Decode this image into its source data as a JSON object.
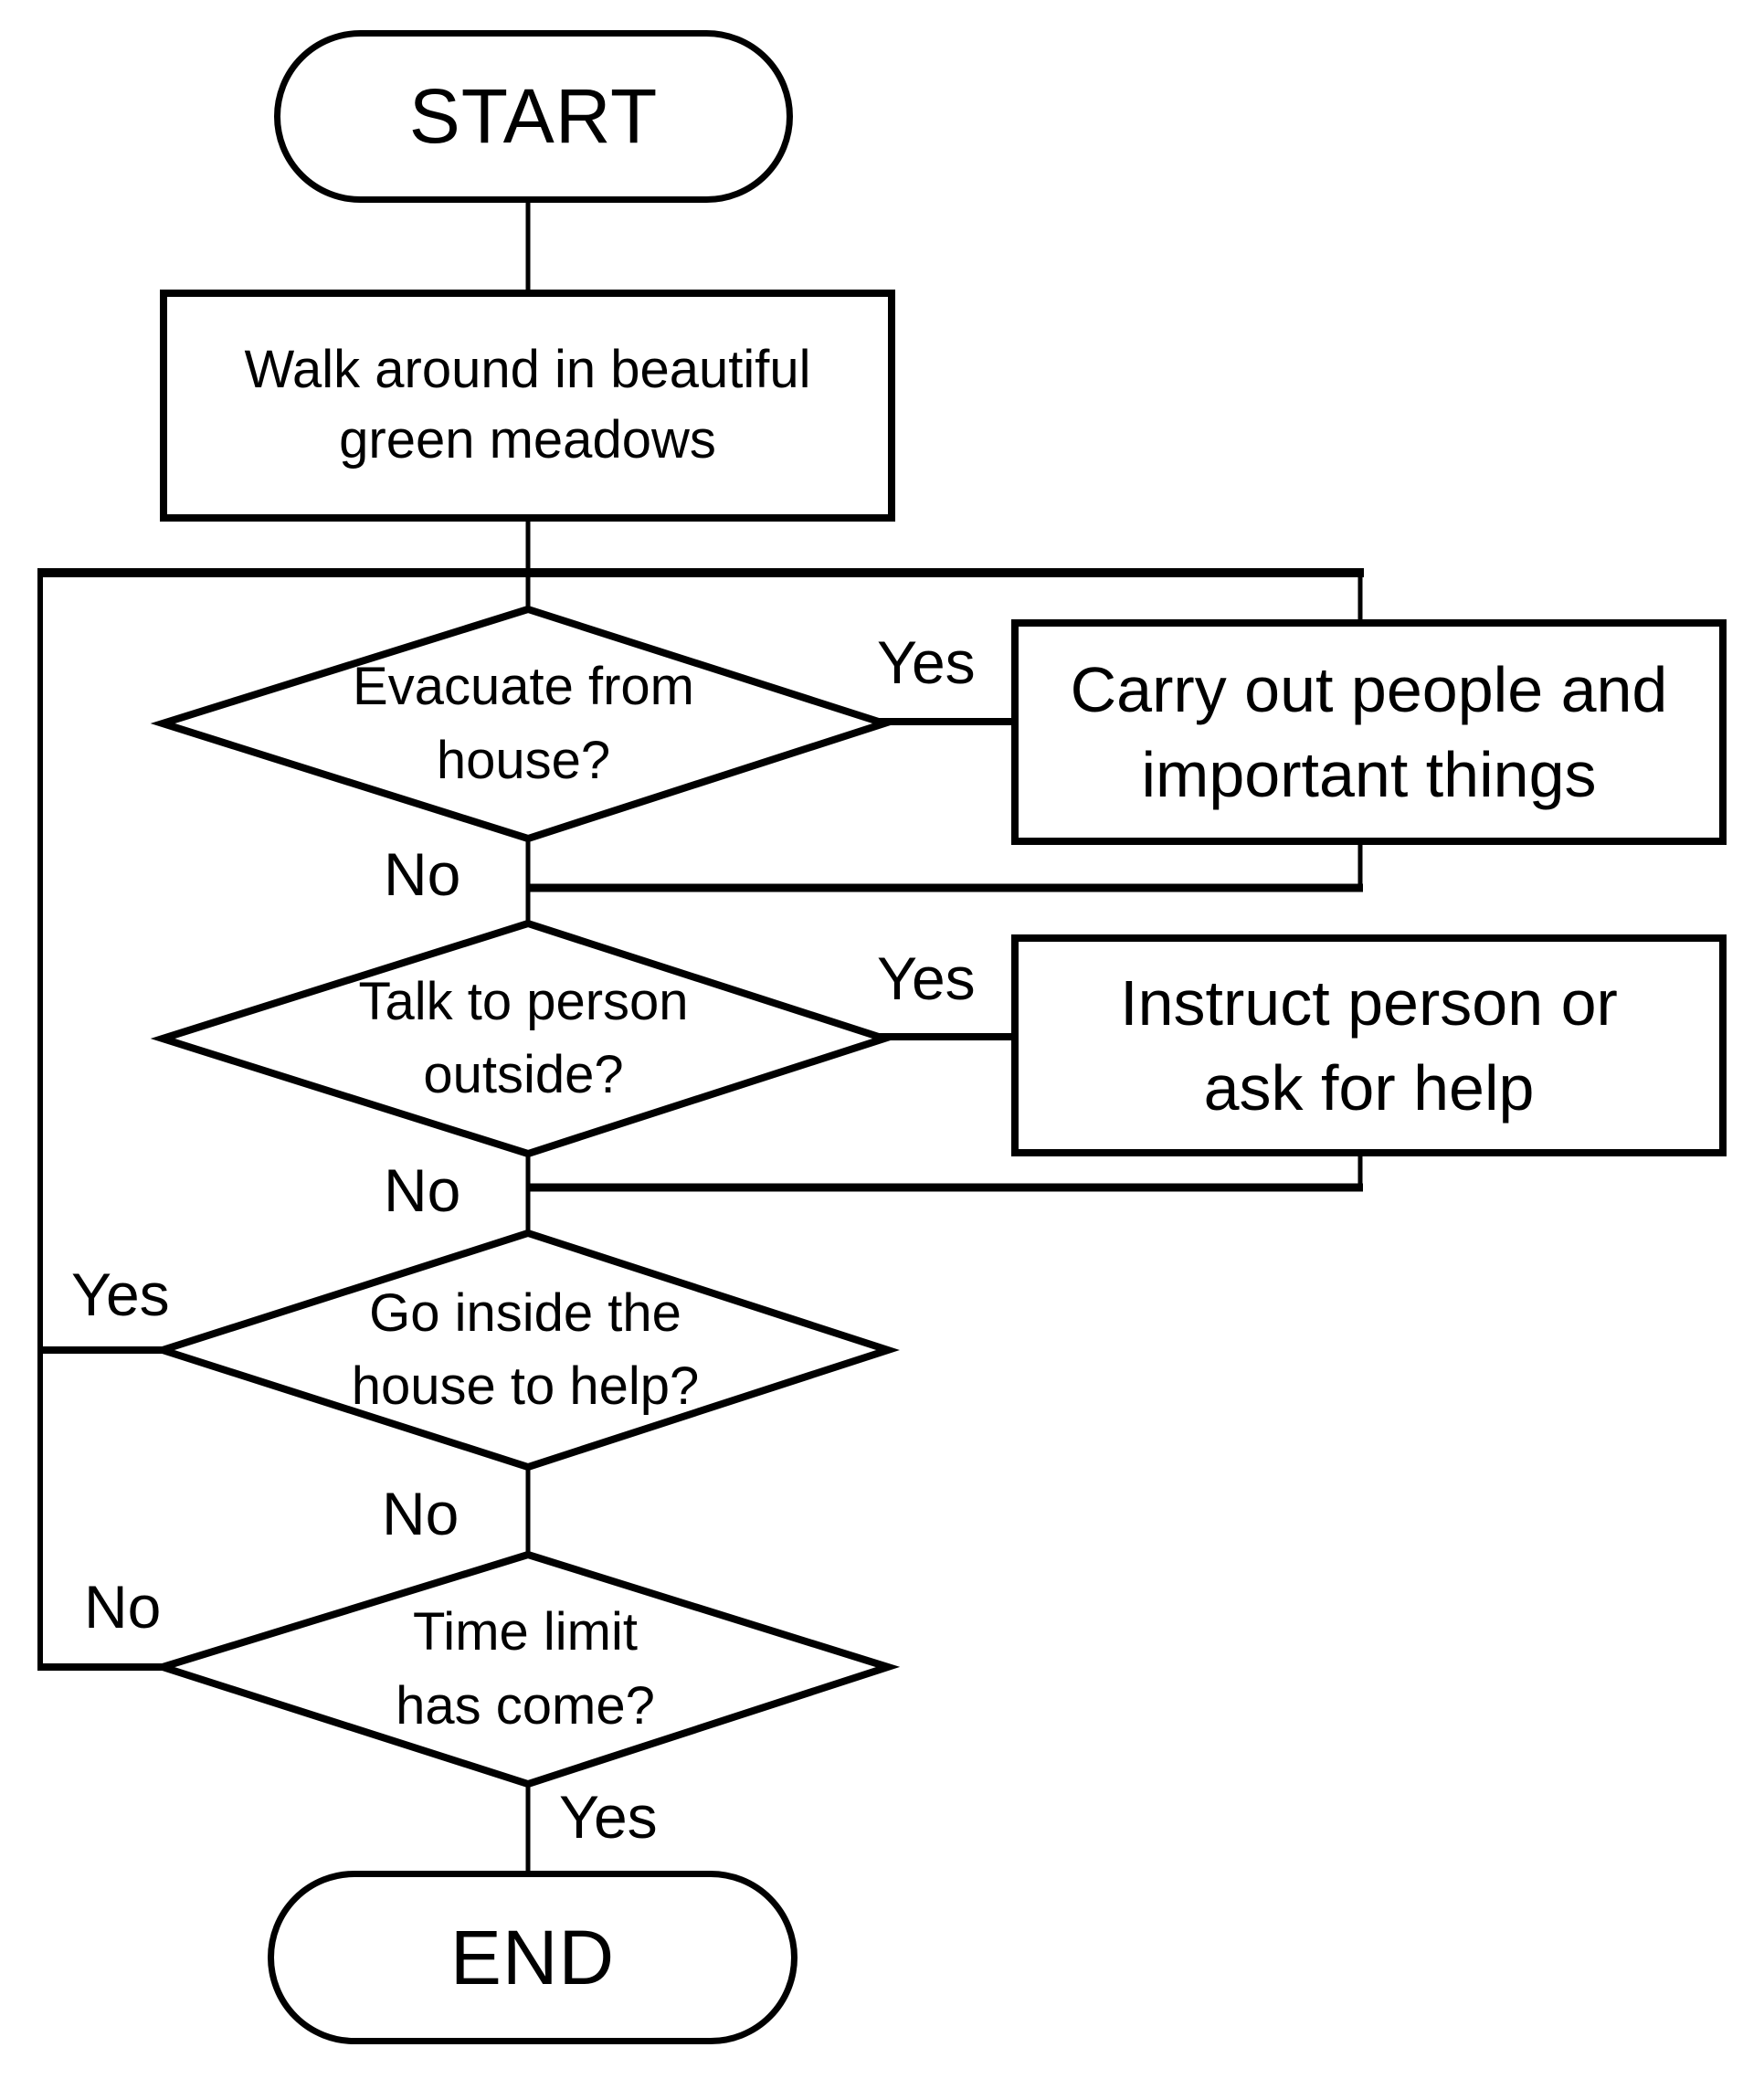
{
  "flowchart": {
    "title": "House evacuation decision flowchart",
    "colors": {
      "stroke": "#000000",
      "background": "#ffffff",
      "text": "#000000"
    },
    "nodes": {
      "start": {
        "label": "START"
      },
      "walk": {
        "lines": [
          "Walk around in beautiful",
          "green meadows"
        ]
      },
      "evacuate": {
        "lines": [
          "Evacuate from",
          "house?"
        ]
      },
      "carry_out": {
        "lines": [
          "Carry out people and",
          "important things"
        ]
      },
      "talk": {
        "lines": [
          "Talk to person",
          "outside?"
        ]
      },
      "instruct": {
        "lines": [
          "Instruct person or",
          "ask for help"
        ]
      },
      "go_inside": {
        "lines": [
          "Go inside the",
          "house to help?"
        ]
      },
      "time_limit": {
        "lines": [
          "Time limit",
          "has come?"
        ]
      },
      "end": {
        "label": "END"
      }
    },
    "branches": {
      "evacuate": {
        "yes": "Yes",
        "no": "No"
      },
      "talk": {
        "yes": "Yes",
        "no": "No"
      },
      "go_inside": {
        "yes": "Yes",
        "no": "No"
      },
      "time_limit": {
        "yes": "Yes",
        "no": "No"
      }
    }
  }
}
